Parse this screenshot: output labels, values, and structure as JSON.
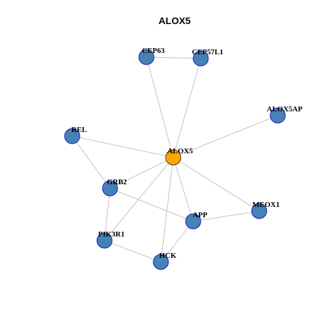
{
  "title": "ALOX5",
  "colors": {
    "node_fill": "#4682b4",
    "node_stroke": "#1a1acc",
    "center_fill": "#ffa500",
    "center_stroke": "#333333",
    "edge": "#b3b3b3"
  },
  "nodes": [
    {
      "id": "ALOX5",
      "label": "ALOX5",
      "center": true
    },
    {
      "id": "CEP63",
      "label": "CEP63"
    },
    {
      "id": "CEP57L1",
      "label": "CEP57L1"
    },
    {
      "id": "ALOX5AP",
      "label": "ALOX5AP"
    },
    {
      "id": "REL",
      "label": "REL"
    },
    {
      "id": "GRB2",
      "label": "GRB2"
    },
    {
      "id": "MEOX1",
      "label": "MEOX1"
    },
    {
      "id": "APP",
      "label": "APP"
    },
    {
      "id": "PIK3R1",
      "label": "PIK3R1"
    },
    {
      "id": "HCK",
      "label": "HCK"
    }
  ],
  "edges": [
    [
      "CEP63",
      "CEP57L1"
    ],
    [
      "CEP63",
      "ALOX5"
    ],
    [
      "CEP57L1",
      "ALOX5"
    ],
    [
      "ALOX5AP",
      "ALOX5"
    ],
    [
      "REL",
      "ALOX5"
    ],
    [
      "REL",
      "GRB2"
    ],
    [
      "GRB2",
      "ALOX5"
    ],
    [
      "GRB2",
      "APP"
    ],
    [
      "GRB2",
      "PIK3R1"
    ],
    [
      "ALOX5",
      "MEOX1"
    ],
    [
      "ALOX5",
      "APP"
    ],
    [
      "ALOX5",
      "PIK3R1"
    ],
    [
      "ALOX5",
      "HCK"
    ],
    [
      "APP",
      "MEOX1"
    ],
    [
      "APP",
      "HCK"
    ],
    [
      "PIK3R1",
      "HCK"
    ]
  ]
}
